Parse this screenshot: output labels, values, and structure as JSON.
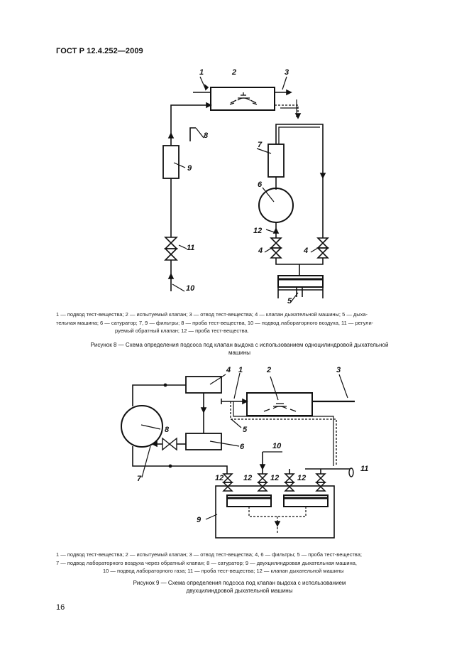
{
  "header": {
    "title": "ГОСТ Р 12.4.252—2009"
  },
  "figure8": {
    "labels": {
      "l1": "1",
      "l2": "2",
      "l3": "3",
      "l4a": "4",
      "l4b": "4",
      "l5": "5",
      "l6": "6",
      "l7": "7",
      "l8": "8",
      "l9": "9",
      "l10": "10",
      "l11": "11",
      "l12": "12"
    },
    "legend_lines": [
      "1 — подвод тест-вещества; 2 — испытуемый клапан; 3 — отвод тест-вещества; 4 — клапан дыхательной машины; 5 — дыха-",
      "тельная машина; 6 — сатуратор; 7, 9 — фильтры; 8 — проба тест-вещества, 10 — подвод лабораторного воздуха, 11 — регули-",
      "руемый обратный клапан; 12 — проба тест-вещества."
    ],
    "caption_lines": [
      "Рисунок 8 — Схема определения подсоса под клапан выдоха с использованием одноцилиндровой дыхательной",
      "машины"
    ]
  },
  "figure9": {
    "labels": {
      "l1": "1",
      "l2": "2",
      "l3": "3",
      "l4": "4",
      "l5": "5",
      "l6": "6",
      "l7": "7",
      "l8": "8",
      "l9": "9",
      "l10": "10",
      "l11": "11",
      "l12a": "12",
      "l12b": "12",
      "l12c": "12",
      "l12d": "12"
    },
    "legend_lines": [
      "1 — подвод тест-вещества; 2 — испытуемый клапан; 3 — отвод тест-вещества; 4, 6 — фильтры; 5 — проба тест-вещества;",
      "7 — подвод лабораторного воздуха через обратный клапан; 8 — сатуратор; 9 — двухцилиндровая дыхательная машина,",
      "10 — подвод лабораторного газа; 11 — проба тест-вещества; 12 — клапан дыхательной машины"
    ],
    "caption_lines": [
      "Рисунок 9 — Схема определения подсоса под клапан выдоха с использованием",
      "двухцилиндровой дыхательной машины"
    ]
  },
  "footer": {
    "page_number": "16"
  }
}
